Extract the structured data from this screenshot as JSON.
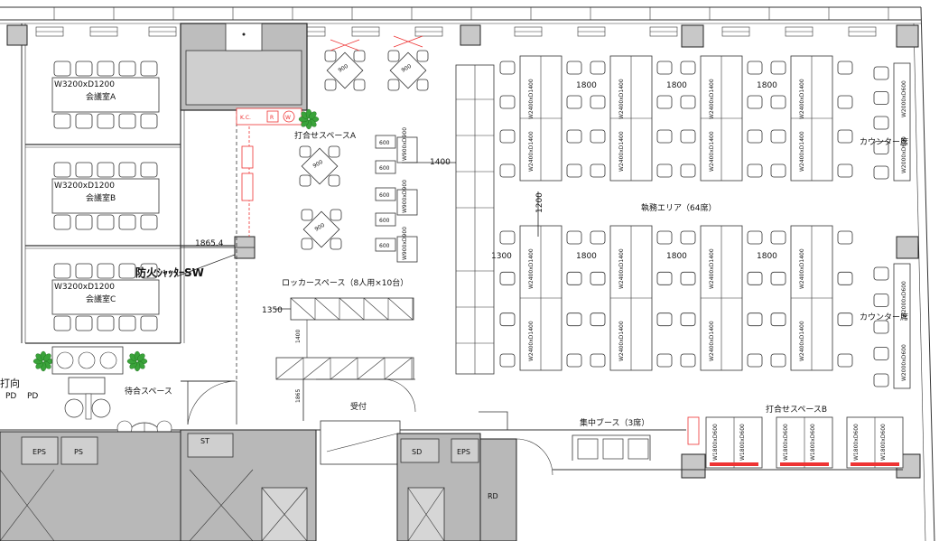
{
  "rooms": {
    "meeting_a": {
      "label": "会議室A",
      "size": "W3200xD1200"
    },
    "meeting_b": {
      "label": "会議室B",
      "size": "W3200xD1200"
    },
    "meeting_c": {
      "label": "会議室C",
      "size": "W3200xD1200"
    }
  },
  "areas": {
    "meeting_space_a": "打合せスペースA",
    "meeting_space_b": "打合せスペースB",
    "work_area": "執務エリア（64席）",
    "locker_space": "ロッカースペース（8人用×10台）",
    "waiting_space": "待合スペース",
    "reception": "受付",
    "focus_booth": "集中ブース（3席）",
    "counter_upper": "カウンター席",
    "counter_lower": "カウンター席"
  },
  "callout": {
    "fire_shutter": "防火ｼｬｯﾀｰSW",
    "partial_left": "打向"
  },
  "shafts": {
    "pd1": "PD",
    "pd2": "PD",
    "eps_left": "EPS",
    "ps": "PS",
    "st": "ST",
    "sd": "SD",
    "eps_right": "EPS",
    "rd": "RD"
  },
  "dimensions": {
    "d1800a": "1800",
    "d1800b": "1800",
    "d1800c": "1800",
    "d1800d": "1800",
    "d1800e": "1800",
    "d1800f": "1800",
    "d1300": "1300",
    "d1200": "1200",
    "d1400": "1400",
    "d1865_4": "1865.4",
    "d1350": "1350",
    "d1400v": "1400",
    "d1865": "1865"
  },
  "desk_size": "W2400xD1400",
  "counter_size": "W2000xD600",
  "table_600": "600",
  "table_w900": "W900xD900",
  "table_w1800": "W1800xD600",
  "table_900": "900",
  "kitchen": {
    "k": "K.C.",
    "r": "R",
    "w": "W"
  }
}
